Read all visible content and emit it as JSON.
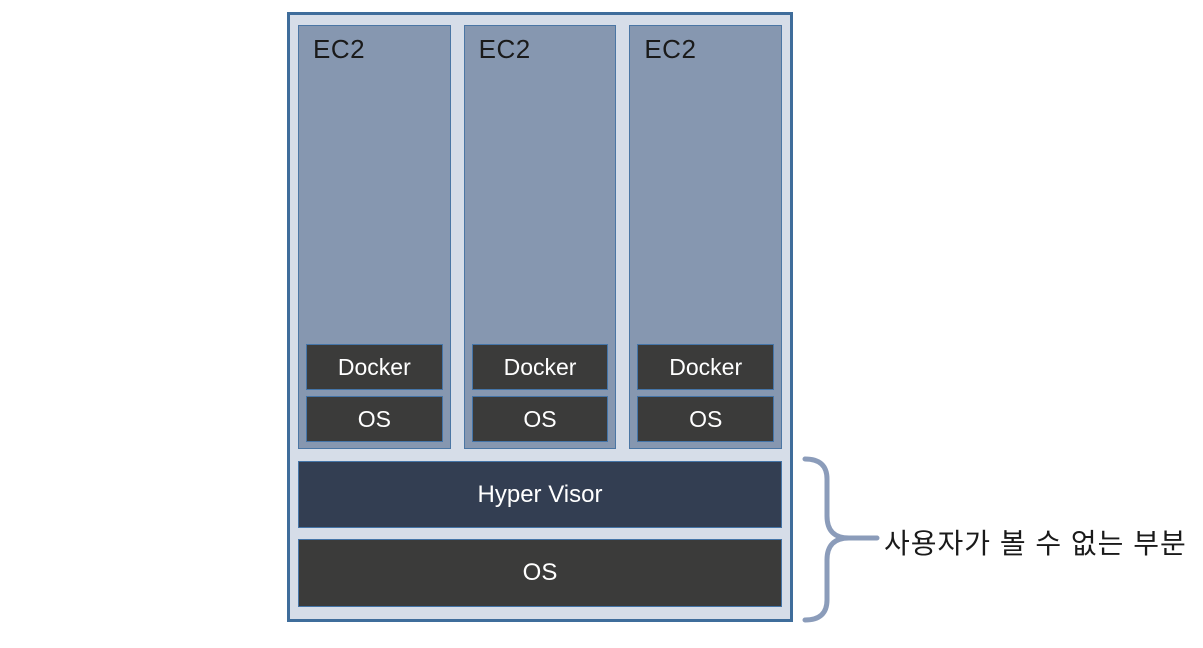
{
  "diagram": {
    "columns": [
      {
        "label": "EC2",
        "docker_label": "Docker",
        "os_label": "OS"
      },
      {
        "label": "EC2",
        "docker_label": "Docker",
        "os_label": "OS"
      },
      {
        "label": "EC2",
        "docker_label": "Docker",
        "os_label": "OS"
      }
    ],
    "hypervisor_label": "Hyper Visor",
    "host_os_label": "OS",
    "annotation": "사용자가 볼 수 없는 부분"
  },
  "colors": {
    "outer_border": "#3F6D9B",
    "outer_fill": "#D6DDE8",
    "column_fill": "#8697B0",
    "column_border": "#4B76A4",
    "dark_box_fill": "#3B3B3A",
    "dark_box_border": "#4575A8",
    "hypervisor_fill": "#333E52",
    "brace_color": "#8B9CBA",
    "text_dark": "#1A1A1A",
    "text_light": "#FFFFFF",
    "page_bg": "#FFFFFF"
  }
}
